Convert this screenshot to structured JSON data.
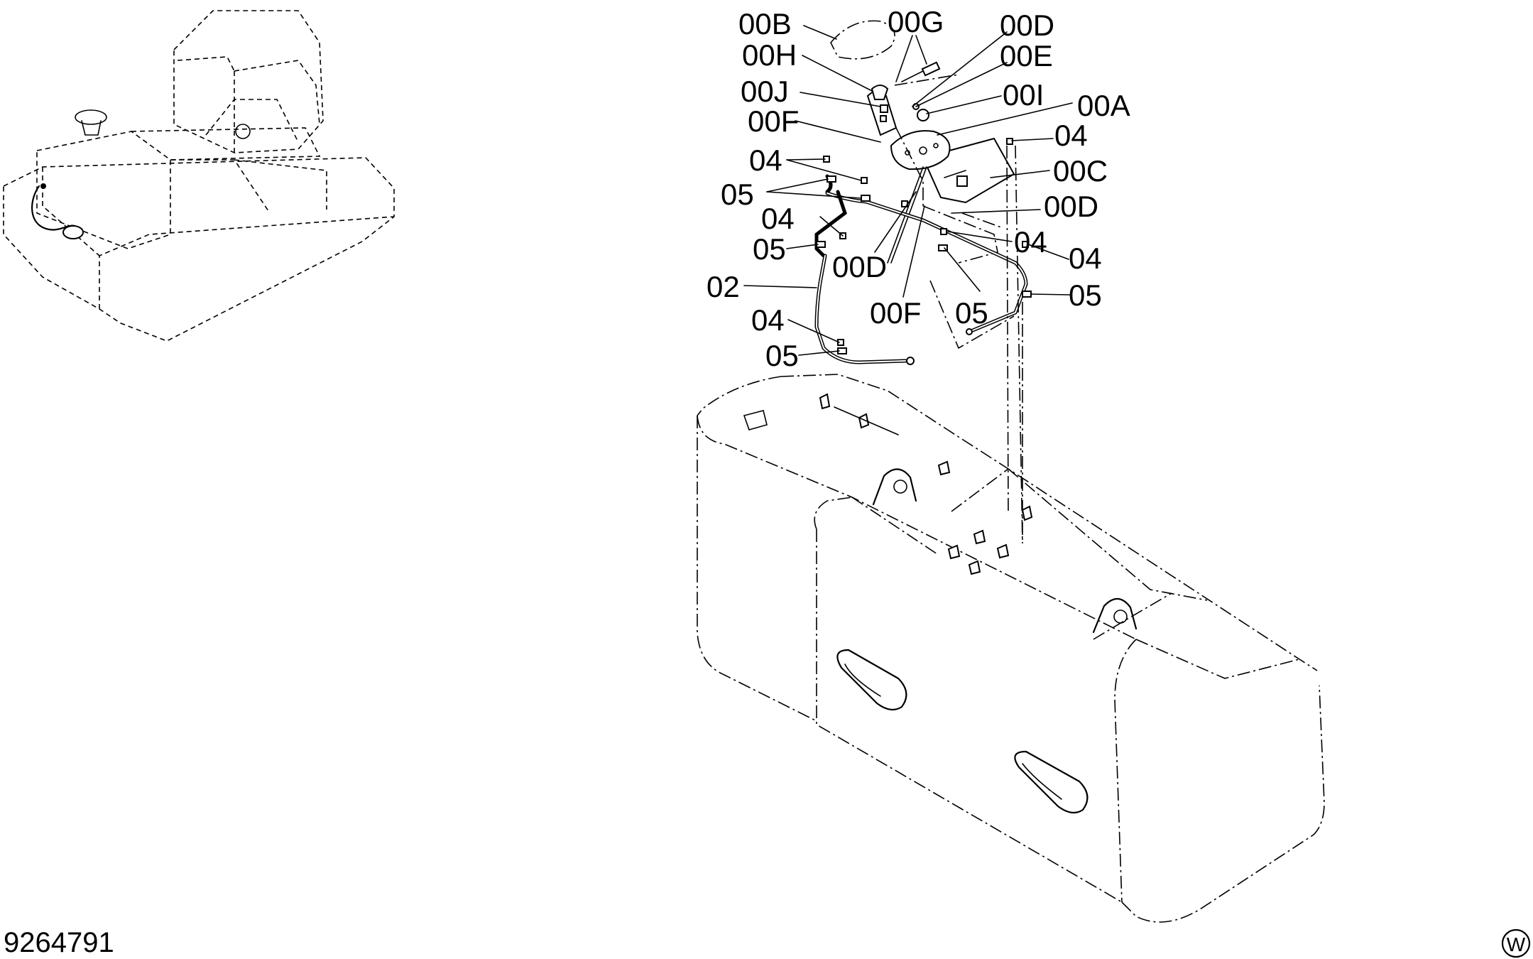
{
  "drawing_number": "9264791",
  "brand_mark": "W",
  "callouts": {
    "c00B": "00B",
    "c00G": "00G",
    "c00D_top": "00D",
    "c00H": "00H",
    "c00E": "00E",
    "c00J": "00J",
    "c00I": "00I",
    "c00A": "00A",
    "c00F_top": "00F",
    "c04_right_top": "04",
    "c04_left_a": "04",
    "c00C": "00C",
    "c05_left_a": "05",
    "c00D_right": "00D",
    "c04_left_b": "04",
    "c04_mid_right": "04",
    "c05_left_b": "05",
    "c00D_mid": "00D",
    "c04_far_right": "04",
    "c02": "02",
    "c05_far_right": "05",
    "c00F_mid": "00F",
    "c05_mid": "05",
    "c04_left_c": "04",
    "c05_left_c": "05"
  }
}
